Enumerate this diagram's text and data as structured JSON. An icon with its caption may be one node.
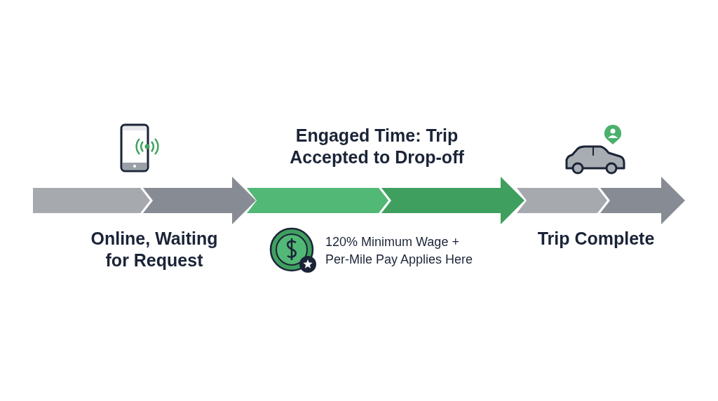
{
  "diagram": {
    "nodes": [
      {
        "text": [
          "Online, Waiting for Request"
        ]
      },
      {
        "text": [
          "Engaged Time: Trip Accepted to Drop-off",
          "120% Minimum Wage + Per-Mile Pay Applies Here"
        ]
      },
      {
        "text": [
          "Trip Complete"
        ]
      }
    ]
  }
}
